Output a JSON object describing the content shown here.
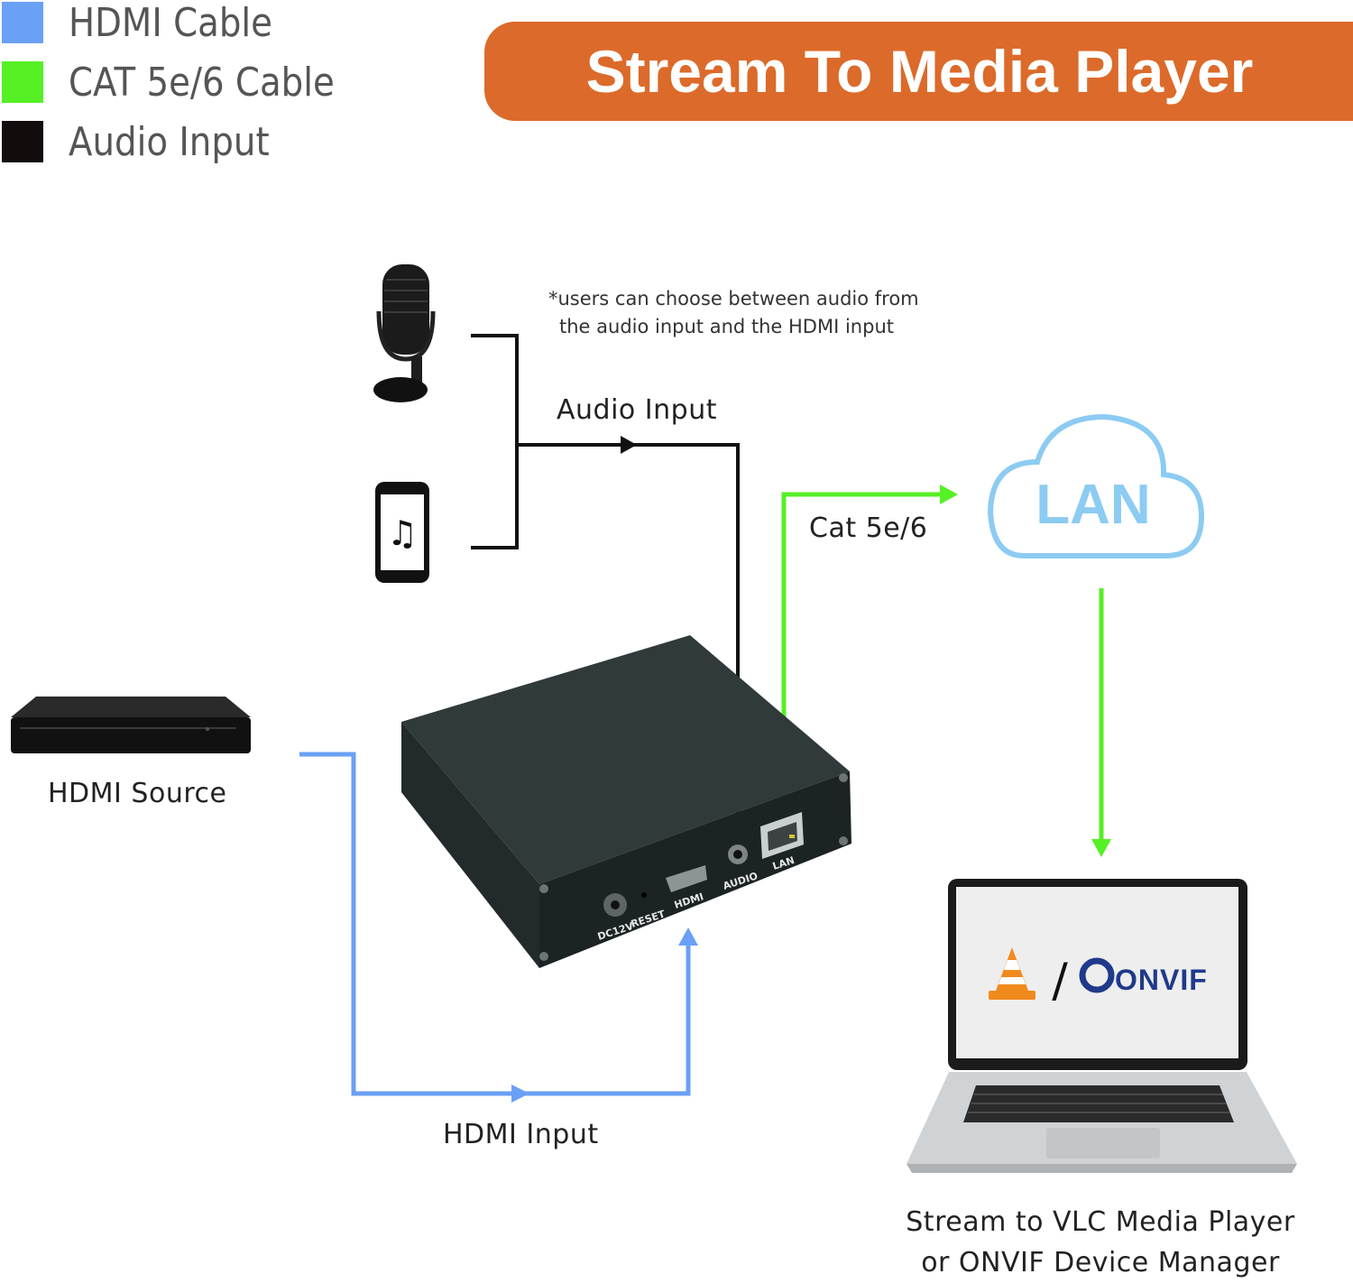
{
  "legend": {
    "items": [
      {
        "label": "HDMI Cable",
        "color": "#6aa0f5"
      },
      {
        "label": "CAT 5e/6 Cable",
        "color": "#55f025"
      },
      {
        "label": "Audio Input",
        "color": "#120c0d"
      }
    ]
  },
  "title": "Stream To Media Player",
  "note": {
    "line1": "*users can choose between audio from",
    "line2": "the audio input and the HDMI input"
  },
  "labels": {
    "audio_input": "Audio Input",
    "cat": "Cat 5e/6",
    "hdmi_source": "HDMI Source",
    "hdmi_input": "HDMI Input"
  },
  "cloud": {
    "label": "LAN",
    "color": "#8ccbf2"
  },
  "device_ports": {
    "dc": "DC12V",
    "reset": "RESET",
    "hdmi": "HDMI",
    "audio": "AUDIO",
    "lan": "LAN"
  },
  "laptop_screen": {
    "separator": "/",
    "brand": "ONVIF"
  },
  "caption": {
    "line1": "Stream to VLC Media Player",
    "line2": "or ONVIF Device Manager"
  },
  "colors": {
    "hdmi_line": "#6aa0f5",
    "cat_line": "#55f025",
    "audio_line": "#111111",
    "banner": "#dc6a2a",
    "onvif_blue": "#1f3a8a"
  }
}
